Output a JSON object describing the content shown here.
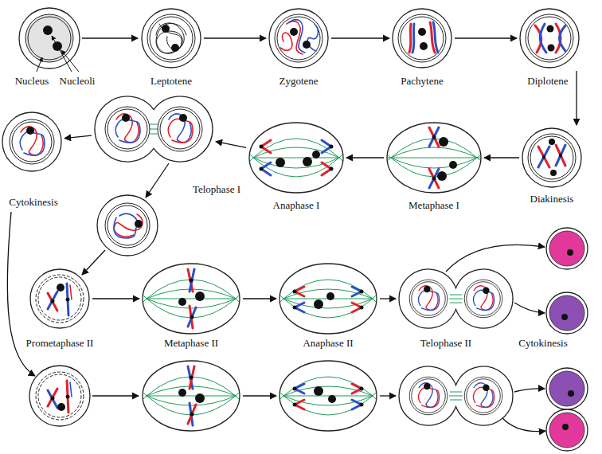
{
  "diagram": {
    "nodes": [
      {
        "text": [
          "Leptotene"
        ]
      },
      {
        "text": [
          "Zygotene"
        ]
      },
      {
        "text": [
          "Pachytene"
        ]
      },
      {
        "text": [
          "Diplotene"
        ]
      },
      {
        "text": [
          "Diakinesis"
        ]
      },
      {
        "text": [
          "Metaphase I"
        ]
      },
      {
        "text": [
          "Anaphase I"
        ]
      },
      {
        "text": [
          "Telophase I"
        ]
      },
      {
        "text": [
          "Cytokinesis"
        ]
      },
      {
        "text": [
          "Prometaphase II"
        ]
      },
      {
        "text": [
          "Metaphase II"
        ]
      },
      {
        "text": [
          "Anaphase II"
        ]
      },
      {
        "text": [
          "Telophase II"
        ]
      }
    ],
    "edges": [
      {
        "from": 0,
        "to": 1,
        "arrow": "to"
      },
      {
        "from": 1,
        "to": 2,
        "arrow": "to"
      },
      {
        "from": 2,
        "to": 3,
        "arrow": "to"
      },
      {
        "from": 3,
        "to": 4,
        "arrow": "to"
      },
      {
        "from": 4,
        "to": 5,
        "arrow": "to"
      },
      {
        "from": 5,
        "to": 6,
        "arrow": "to"
      },
      {
        "from": 6,
        "to": 7,
        "arrow": "to"
      },
      {
        "from": 7,
        "to": 8,
        "arrow": "to"
      },
      {
        "from": 9,
        "to": 10,
        "arrow": "to"
      },
      {
        "from": 10,
        "to": 11,
        "arrow": "to"
      },
      {
        "from": 11,
        "to": 12,
        "arrow": "to"
      }
    ],
    "labels": [
      "Nucleus",
      "Nucleoli",
      "Cytokinesis"
    ]
  }
}
